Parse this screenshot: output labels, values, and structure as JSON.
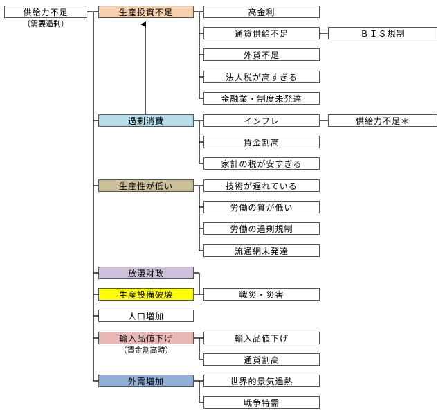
{
  "root": {
    "label": "供給力不足",
    "sub": "（需要過剰）"
  },
  "causes": {
    "investment": "生産投資不足",
    "overconsumption": "過剰消費",
    "productivity": "生産性が低い",
    "fiscal": "放漫財政",
    "destruction": "生産設備破壊",
    "population": "人口増加",
    "import_price": "輸入品値下げ",
    "import_price_sub": "（賃金割高時）",
    "foreign_demand": "外需増加"
  },
  "details": {
    "high_interest": "高金利",
    "money_shortage": "通貨供給不足",
    "bis": "ＢＩＳ規制",
    "fx_shortage": "外貨不足",
    "corp_tax": "法人税が高すぎる",
    "finance_system": "金融業・制度未発達",
    "inflation": "インフレ",
    "supply_short_star": "供給力不足＊",
    "high_wage": "賃金割高",
    "household_tax": "家計の税が安すぎる",
    "tech_delay": "技術が遅れている",
    "labor_quality": "労働の質が低い",
    "labor_regulation": "労働の過剰規制",
    "distribution": "流通網未発達",
    "war_disaster": "戦災・災害",
    "import_price_fall": "輸入品値下げ",
    "currency_high": "通貨割高",
    "world_boom": "世界的景気過熱",
    "war_demand": "戦争特需"
  },
  "colors": {
    "investment": "#f6cfae",
    "overconsumption": "#b7dde9",
    "productivity": "#c9bf99",
    "fiscal": "#cfc0da",
    "destruction": "#ffff00",
    "import_price": "#e7b7b5",
    "foreign_demand": "#92afd6"
  }
}
